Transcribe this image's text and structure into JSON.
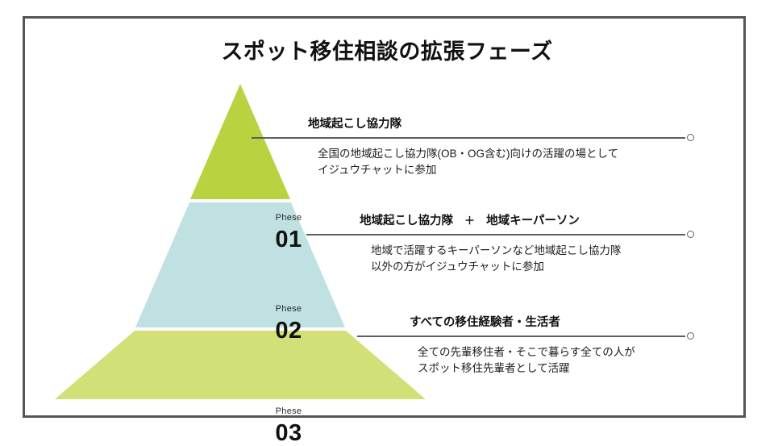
{
  "slide": {
    "title": "スポット移住相談の拡張フェーズ",
    "background_color": "#ffffff",
    "frame_color": "#555555"
  },
  "pyramid": {
    "bands": [
      {
        "phase_label": "Phese",
        "phase_number": "01",
        "color": "#b9d340"
      },
      {
        "phase_label": "Phese",
        "phase_number": "02",
        "color": "#bfe1e2"
      },
      {
        "phase_label": "Phese",
        "phase_number": "03",
        "color": "#d2e077"
      }
    ]
  },
  "callouts": [
    {
      "heading": "地域起こし協力隊",
      "heading_plus": "",
      "heading_second": "",
      "body": "全国の地域起こし協力隊(OB・OG含む)向けの活躍の場として\nイジュウチャットに参加",
      "line_color": "#5a5f66"
    },
    {
      "heading": "地域起こし協力隊",
      "heading_plus": "＋",
      "heading_second": "地域キーパーソン",
      "body": "地域で活躍するキーパーソンなど地域起こし協力隊\n以外の方がイジュウチャットに参加",
      "line_color": "#5a5f66"
    },
    {
      "heading": "すべての移住経験者・生活者",
      "heading_plus": "",
      "heading_second": "",
      "body": "全ての先輩移住者・そこで暮らす全ての人が\nスポット移住先輩者として活躍",
      "line_color": "#5a5f66"
    }
  ]
}
